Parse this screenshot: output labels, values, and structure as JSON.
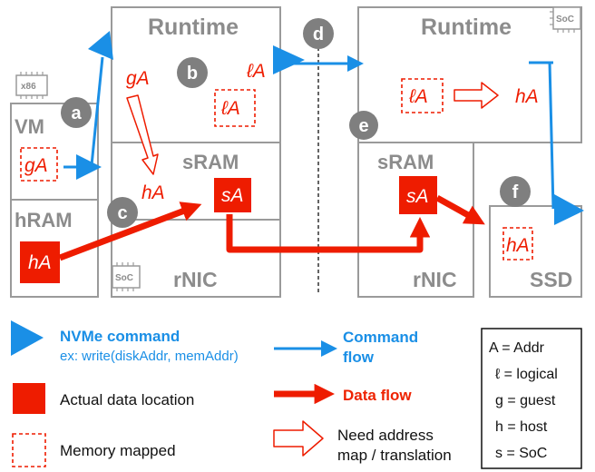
{
  "boxes": {
    "vm": "VM",
    "hram": "hRAM",
    "runtime_left": "Runtime",
    "sram_left": "sRAM",
    "rnic_left": "rNIC",
    "runtime_right": "Runtime",
    "sram_right": "sRAM",
    "rnic_right": "rNIC",
    "ssd": "SSD"
  },
  "chips": {
    "x86": "x86",
    "soc_left": "SoC",
    "soc_right": "SoC"
  },
  "badges": {
    "a": "a",
    "b": "b",
    "c": "c",
    "d": "d",
    "e": "e",
    "f": "f"
  },
  "addresses": {
    "vm_gA": "gA",
    "runtime_gA": "gA",
    "runtime_lA": "ℓA",
    "runtime_lA_boxed": "ℓA",
    "runtime_hA": "hA",
    "sram_sA": "sA",
    "hram_hA": "hA",
    "right_lA": "ℓA",
    "right_hA": "hA",
    "right_sA": "sA",
    "ssd_hA": "hA"
  },
  "legend": {
    "nvme_title": "NVMe command",
    "nvme_example": "ex: write(diskAddr, memAddr)",
    "actual_data": "Actual data location",
    "memory_mapped": "Memory mapped",
    "command_flow_1": "Command",
    "command_flow_2": "flow",
    "data_flow": "Data flow",
    "need_map_1": "Need address",
    "need_map_2": "map / translation"
  },
  "key": {
    "line1": "A = Addr",
    "line2": "ℓ = logical",
    "line3": "g = guest",
    "line4": "h = host",
    "line5": "s = SoC"
  },
  "colors": {
    "blue": "#1a8fe6",
    "red": "#ee1c00",
    "gray": "#8c8c8c",
    "badge": "#7f7f7f"
  }
}
